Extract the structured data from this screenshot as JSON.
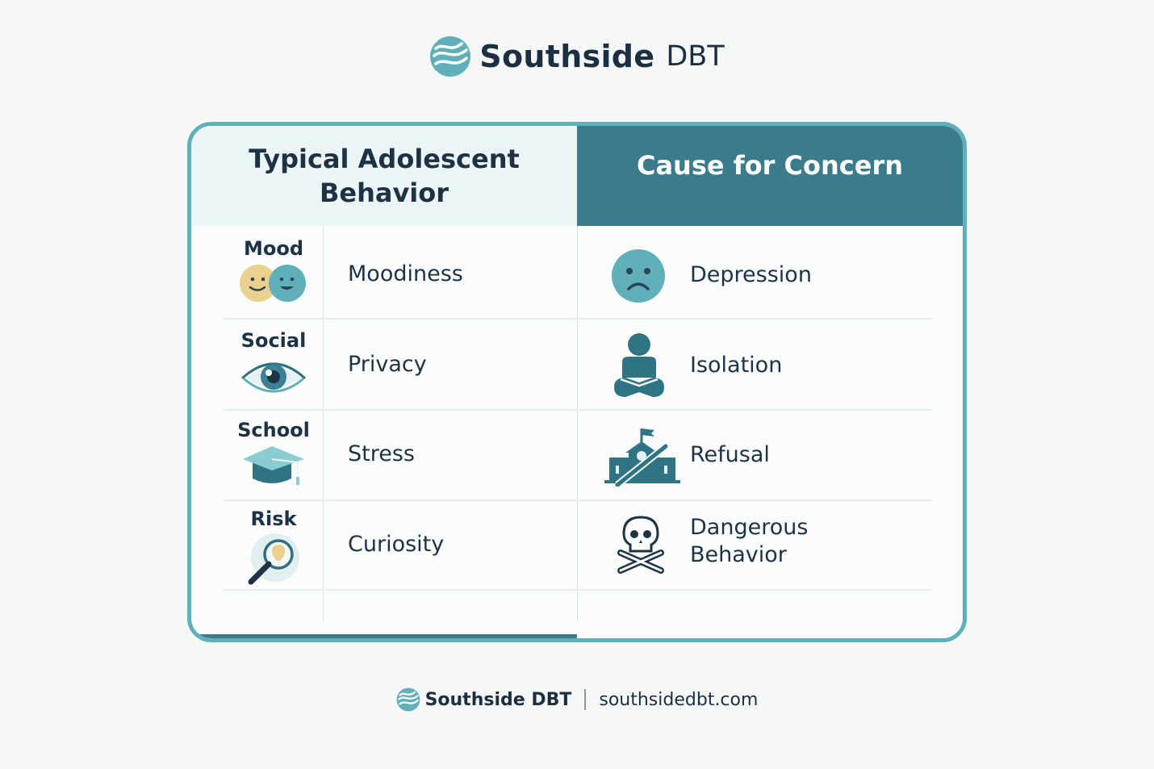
{
  "brand": {
    "name": "Southside",
    "suffix": "DBT",
    "logo_icon": "wave-circle-logo-icon",
    "accent_color": "#5fb0b8",
    "dark_color": "#3a7b8c"
  },
  "table": {
    "header_left": "Typical Adolescent Behavior",
    "header_right": "Cause for Concern",
    "rows": [
      {
        "category": "Mood",
        "category_icon": "two-smiley-faces-icon",
        "typical": "Moodiness",
        "concern": "Depression",
        "concern_icon": "sad-face-icon"
      },
      {
        "category": "Social",
        "category_icon": "eye-icon",
        "typical": "Privacy",
        "concern": "Isolation",
        "concern_icon": "sitting-person-icon"
      },
      {
        "category": "School",
        "category_icon": "graduation-cap-icon",
        "typical": "Stress",
        "concern": "Refusal",
        "concern_icon": "crossed-out-school-icon"
      },
      {
        "category": "Risk",
        "category_icon": "magnifying-glass-lightbulb-icon",
        "typical": "Curiosity",
        "concern_line1": "Dangerous",
        "concern_line2": "Behavior",
        "concern_icon": "skull-crossbones-icon"
      }
    ]
  },
  "footer": {
    "name": "Southside DBT",
    "site": "southsidedbt.com"
  }
}
